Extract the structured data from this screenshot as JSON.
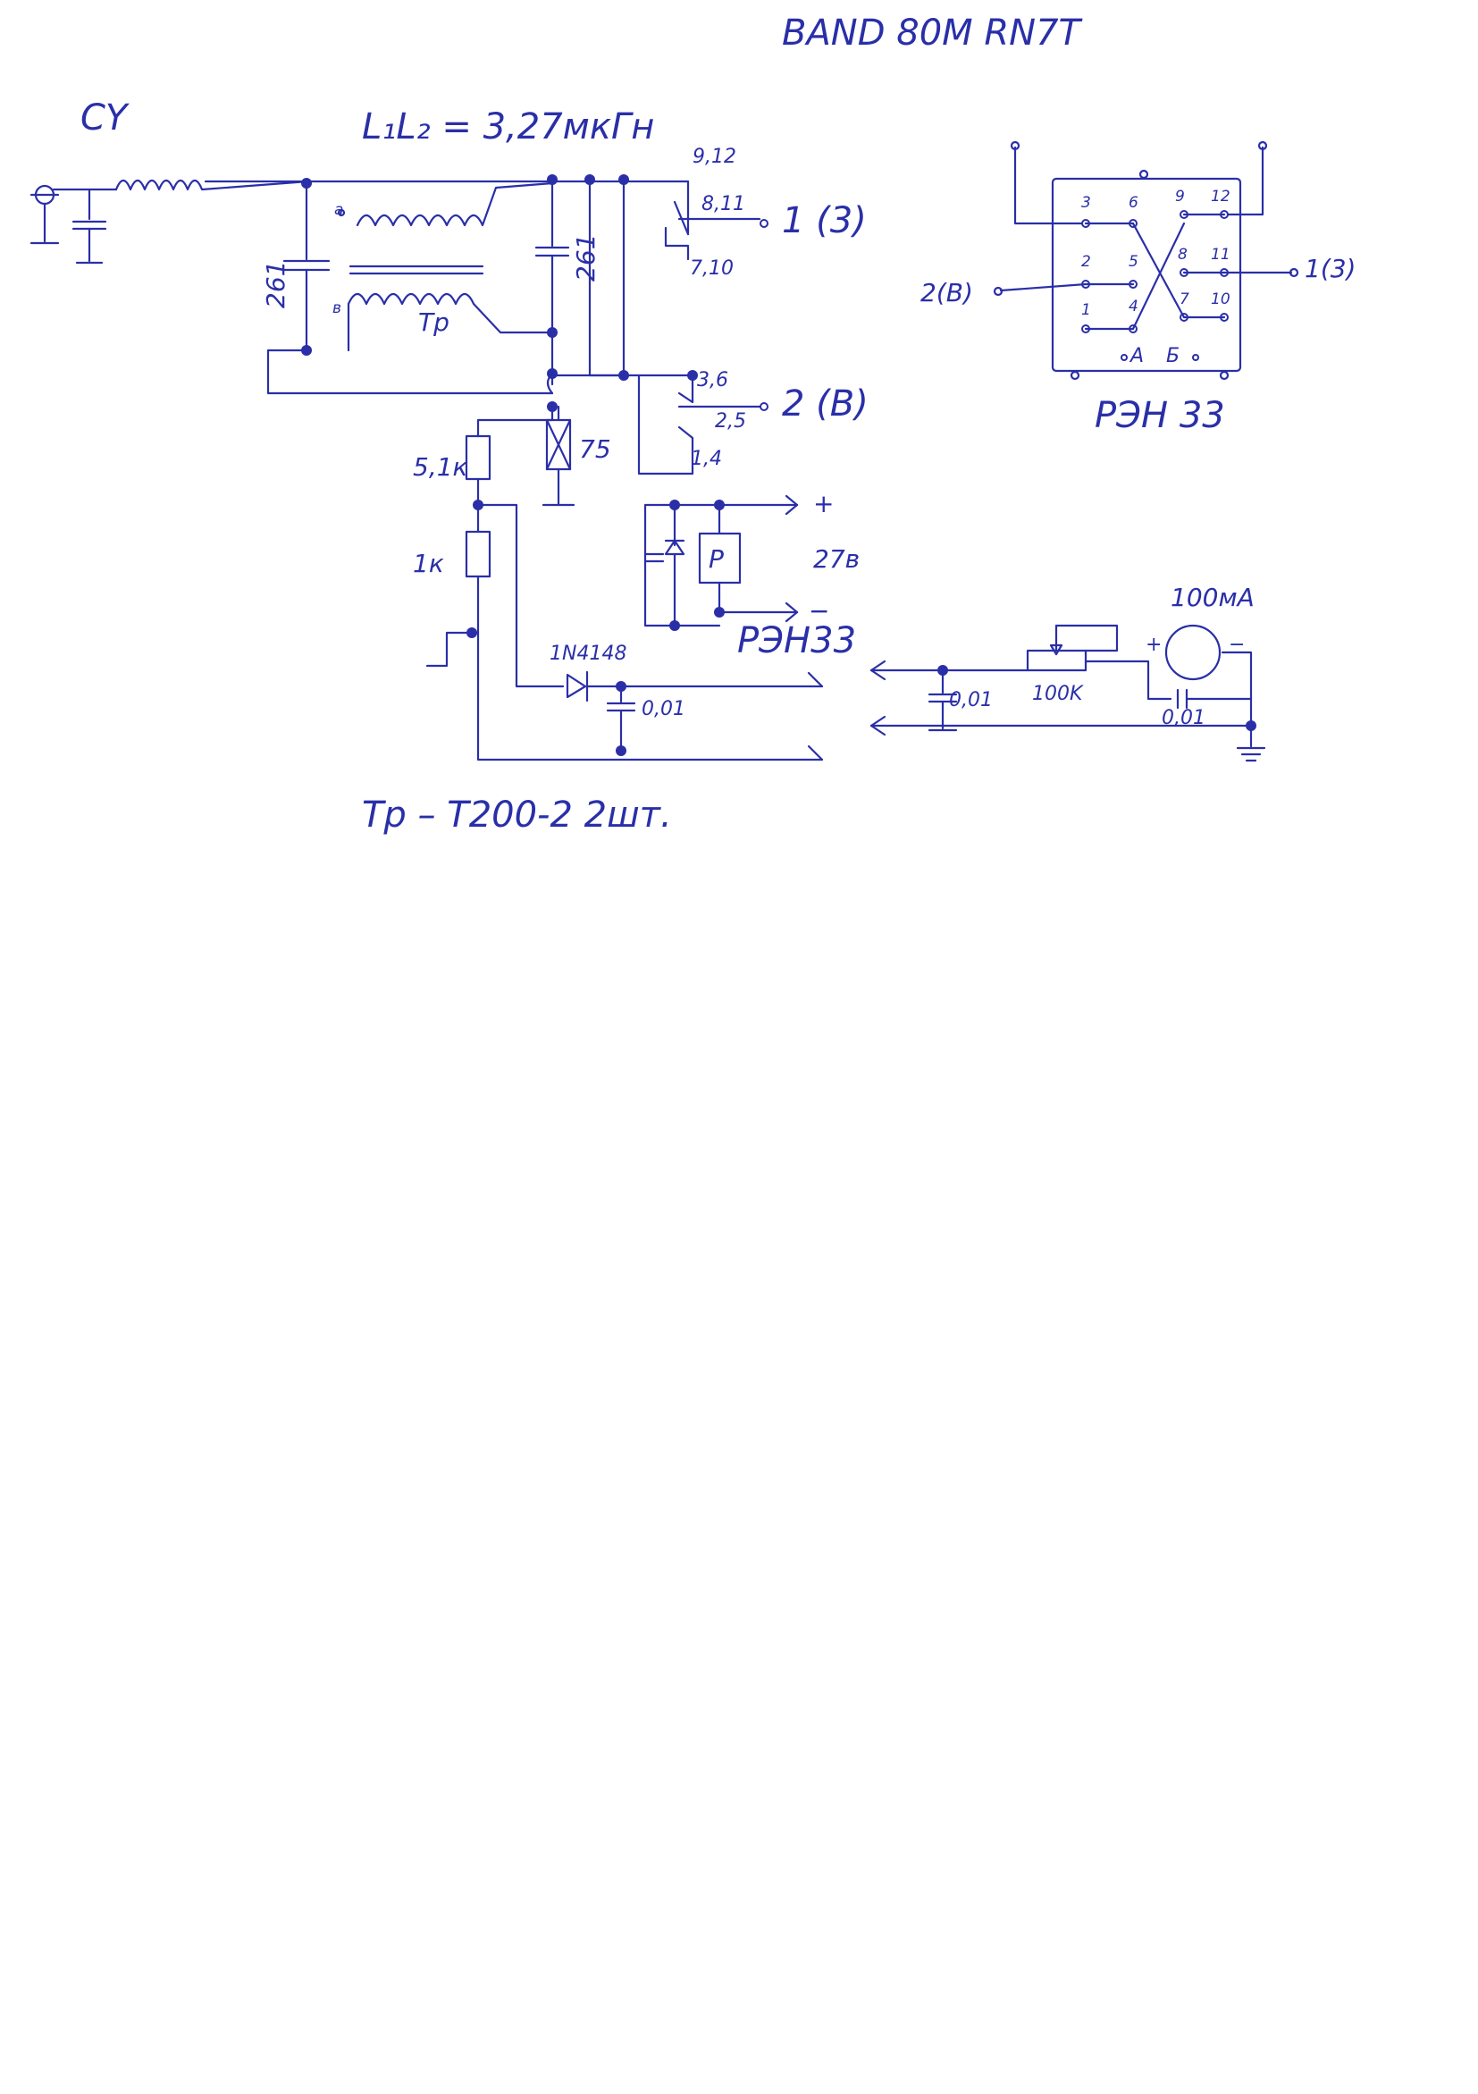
{
  "sheet": {
    "title": "BAND 80M  RN7T",
    "antenna_label": "CY",
    "inductance_label": "L₁L₂ = 3,27мкГн",
    "cap_left": "261",
    "cap_right": "261",
    "transformer": "Тр",
    "winding_dot_top": "a",
    "winding_dot_bottom": "в",
    "resistor_load": "75",
    "resistor_top": "5,1к",
    "resistor_bottom": "1к",
    "diode": "1N4148",
    "cap_detector": "0,01",
    "cap_meter_input": "0,01",
    "cap_meter": "0,01",
    "pot": "100K",
    "meter": "100мА",
    "meter_plus": "+",
    "meter_minus": "−",
    "relay_label": "РЭН33",
    "relay_coil": "Р",
    "supply_voltage": "27в",
    "supply_plus": "+",
    "supply_minus": "−",
    "contacts_top": "9,12",
    "contacts_nc1": "8,11",
    "contacts_no1": "7,10",
    "contacts_top2": "3,6",
    "contacts_nc2": "2,5",
    "contacts_no2": "1,4",
    "port1": "1 (3)",
    "port2": "2 (В)",
    "transformer_note": "Тр – Т200-2   2шт."
  },
  "pinout": {
    "title": "РЭН 33",
    "pins": [
      "3",
      "6",
      "9",
      "12",
      "2",
      "5",
      "8",
      "11",
      "1",
      "4",
      "7",
      "10"
    ],
    "coil_a": "А",
    "coil_b": "Б",
    "left_port": "2(В)",
    "right_port": "1(3)"
  },
  "colors": {
    "ink": "#2a2fa8",
    "paper": "#ffffff"
  }
}
